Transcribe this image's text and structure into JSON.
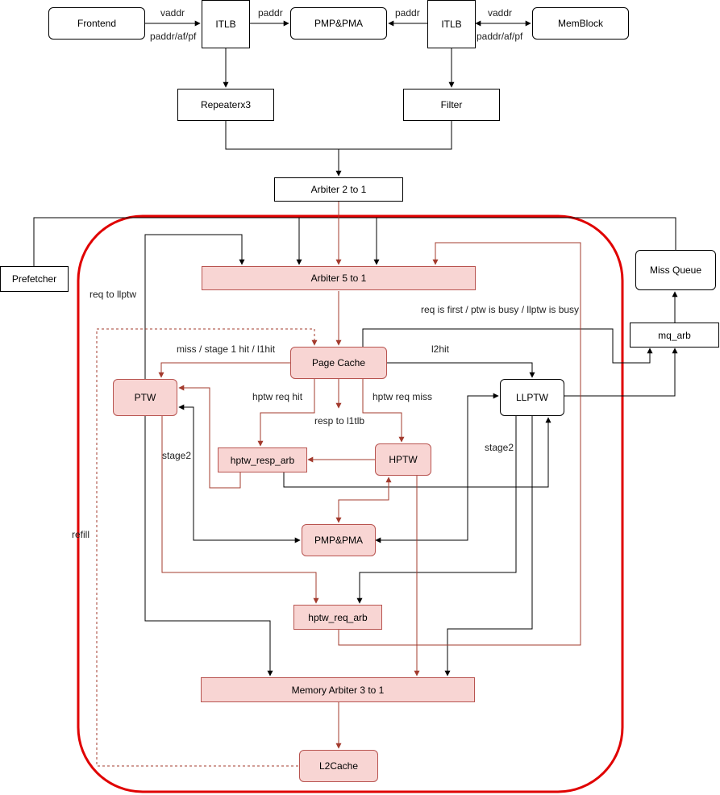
{
  "colors": {
    "black_edge": "#000000",
    "red_edge": "#a33b2e",
    "region": "#e00000",
    "pink_fill": "#f8d5d3",
    "pink_border": "#b85450"
  },
  "nodes": {
    "frontend": "Frontend",
    "itlb_left": "ITLB",
    "pmp_top": "PMP&PMA",
    "itlb_right": "ITLB",
    "memblock": "MemBlock",
    "repeater": "Repeaterx3",
    "filter": "Filter",
    "arbiter2": "Arbiter 2 to 1",
    "prefetcher": "Prefetcher",
    "miss_queue": "Miss Queue",
    "mq_arb": "mq_arb",
    "arbiter5": "Arbiter 5 to 1",
    "page_cache": "Page Cache",
    "ptw": "PTW",
    "llptw": "LLPTW",
    "hptw_resp_arb": "hptw_resp_arb",
    "hptw": "HPTW",
    "pmp_inner": "PMP&PMA",
    "hptw_req_arb": "hptw_req_arb",
    "mem_arbiter": "Memory Arbiter 3 to 1",
    "l2cache": "L2Cache"
  },
  "labels": {
    "vaddr_left": "vaddr",
    "paddr_af_pf_left": "paddr/af/pf",
    "paddr_left": "paddr",
    "paddr_right": "paddr",
    "vaddr_right": "vaddr",
    "paddr_af_pf_right": "paddr/af/pf",
    "req_to_llptw": "req to llptw",
    "req_is_first": "req is first / ptw is busy / llptw is busy",
    "miss_stage1": "miss / stage 1 hit / l1hit",
    "l2hit": "l2hit",
    "hptw_req_hit": "hptw req hit",
    "hptw_req_miss": "hptw req miss",
    "resp_to_l1tlb": "resp to l1tlb",
    "stage2_left": "stage2",
    "stage2_right": "stage2",
    "refill": "refill"
  }
}
